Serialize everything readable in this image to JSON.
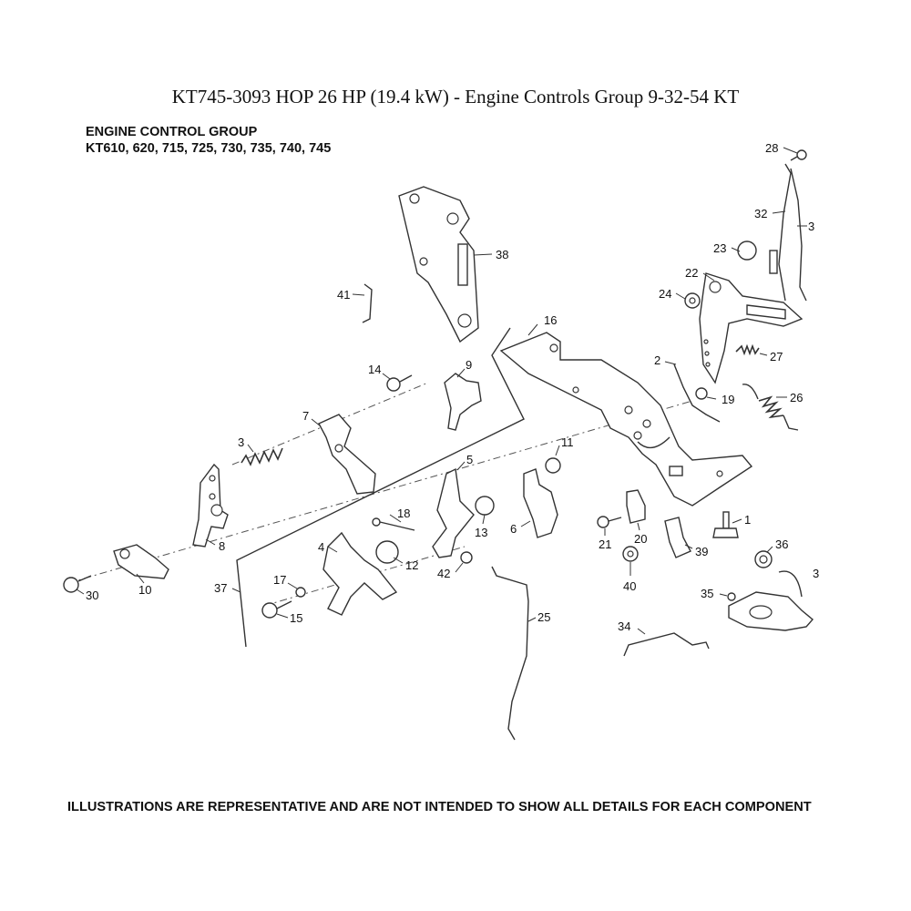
{
  "title": "KT745-3093 HOP 26 HP (19.4 kW) - Engine Controls Group 9-32-54 KT",
  "group_heading": {
    "line1": "ENGINE CONTROL GROUP",
    "line2": "KT610, 620, 715, 725, 730, 735, 740, 745"
  },
  "footer": "ILLUSTRATIONS ARE REPRESENTATIVE AND ARE NOT INTENDED TO SHOW ALL DETAILS FOR EACH COMPONENT",
  "callouts": {
    "c1": "1",
    "c2": "2",
    "c3": "3",
    "c4": "4",
    "c5": "5",
    "c6": "6",
    "c7": "7",
    "c8": "8",
    "c9": "9",
    "c10": "10",
    "c11": "11",
    "c12": "12",
    "c13": "13",
    "c14": "14",
    "c15": "15",
    "c16": "16",
    "c17": "17",
    "c18": "18",
    "c19": "19",
    "c20": "20",
    "c21": "21",
    "c22": "22",
    "c23": "23",
    "c24": "24",
    "c25": "25",
    "c26": "26",
    "c27": "27",
    "c28": "28",
    "c30": "30",
    "c32": "32",
    "c33": "3",
    "c34": "34",
    "c35": "35",
    "c36": "36",
    "c37": "37",
    "c38": "38",
    "c39": "39",
    "c40": "40",
    "c41": "41",
    "c42": "42",
    "c43": "3"
  }
}
